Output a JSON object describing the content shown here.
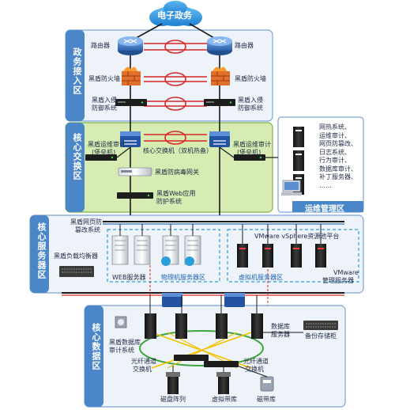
{
  "cloud": {
    "label": "电子政务"
  },
  "zones": {
    "access": "政务接入区",
    "exchange": "核心交换区",
    "server": "核心服务器区",
    "data": "核心数据区",
    "ops": "运维管理区"
  },
  "access": {
    "router": "路由器",
    "firewall": "黑盾防火墙",
    "ids_l1": "黑盾入侵",
    "ids_l2": "防御系统"
  },
  "exchange": {
    "audit_left_l1": "黑盾运维审计",
    "audit_left_l2": "(堡垒机)",
    "core_switch": "核心交换机（双机热备）",
    "audit_right_l1": "黑盾运维审计",
    "audit_right_l2": "(堡垒机)",
    "antivirus": "黑盾防病毒网关",
    "waf_l1": "黑盾Web应用",
    "waf_l2": "防护系统"
  },
  "ops": {
    "items": [
      "网热系统、",
      "运维审计、",
      "网页防篡改、",
      "日志系统、",
      "行为审计、",
      "数据库审计、",
      "补丁服务器、",
      "……"
    ]
  },
  "server": {
    "tamper_l1": "黑盾网页防",
    "tamper_l2": "篡改系统",
    "lb": "黑盾负载均衡器",
    "web": "WEB服务器",
    "physical": "物理机服务器区",
    "vmware_platform": "VMware vSphere资源池平台",
    "vm_zone": "虚拟机服务器区",
    "vmware_mgmt_l1": "VMware",
    "vmware_mgmt_l2": "管理服务器"
  },
  "data": {
    "db_audit_l1": "黑盾数据库",
    "db_audit_l2": "审计系统",
    "db_server_l1": "数据库",
    "db_server_l2": "服务器",
    "backup": "备份存储柜",
    "fc_left_l1": "光纤通道",
    "fc_left_l2": "交换机",
    "fc_right_l1": "光纤通道",
    "fc_right_l2": "交换机",
    "disk_array": "磁盘阵列",
    "vtl": "虚拟带库",
    "tape": "磁带库"
  },
  "colors": {
    "zone_fill": "#eef3fa",
    "zone_border": "#7da3d6",
    "title_bar": "#4a86c8",
    "green_fill": "#d6ecb2",
    "green_border": "#7fb24a",
    "red_link": "#d62828",
    "black_link": "#1a1a1a",
    "blue_link": "#2f6fc1",
    "green_link": "#3ea43e",
    "yellow_link": "#f2c200",
    "dash_border": "#2a9fd8"
  }
}
